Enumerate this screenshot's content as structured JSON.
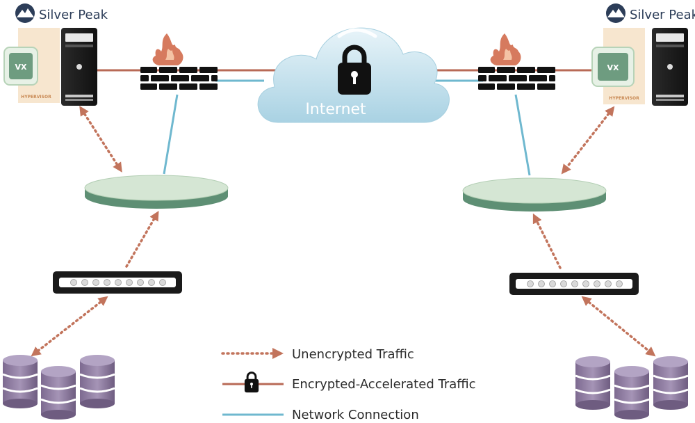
{
  "brand": {
    "name": "Silver Peak"
  },
  "appliance": {
    "vx_label": "VX",
    "hypervisor_label": "HYPERVISOR"
  },
  "cloud": {
    "label": "Internet"
  },
  "legend": {
    "unencrypted": "Unencrypted Traffic",
    "encrypted": "Encrypted-Accelerated Traffic",
    "network": "Network Connection"
  },
  "colors": {
    "encrypted_line": "#b86a56",
    "network_line": "#6fb8cf",
    "unencrypted_arrow": "#c2745c",
    "switch_top": "#d5e6d4",
    "switch_side": "#5e8f74",
    "cloud": "#c4e2ee",
    "database": "#8d7a9f",
    "firewall_flame": "#d67a5e",
    "hypervisor_bg": "#f7e6cf",
    "brand_text": "#2c3d58"
  },
  "icons": [
    "lock-icon",
    "firewall-icon",
    "server-icon",
    "database-icon",
    "switch-icon",
    "cloud-icon",
    "logo-icon"
  ]
}
